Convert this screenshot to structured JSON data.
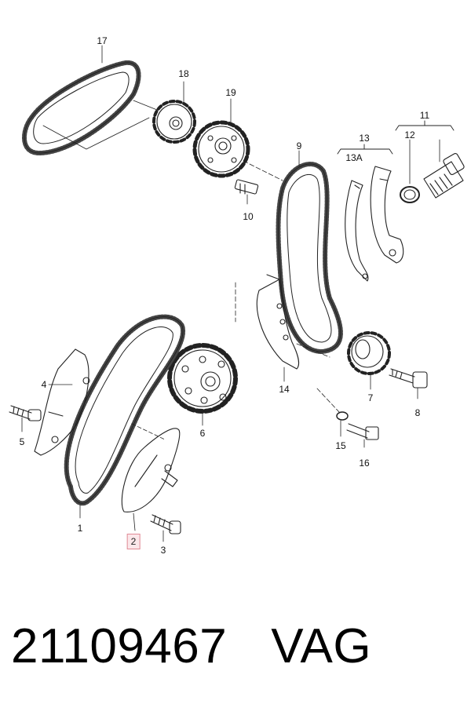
{
  "diagram": {
    "callouts": [
      {
        "id": "17",
        "label": "17"
      },
      {
        "id": "18",
        "label": "18"
      },
      {
        "id": "19",
        "label": "19"
      },
      {
        "id": "9",
        "label": "9"
      },
      {
        "id": "10",
        "label": "10"
      },
      {
        "id": "13",
        "label": "13"
      },
      {
        "id": "13A",
        "label": "13A"
      },
      {
        "id": "12",
        "label": "12"
      },
      {
        "id": "11",
        "label": "11"
      },
      {
        "id": "4",
        "label": "4"
      },
      {
        "id": "5",
        "label": "5"
      },
      {
        "id": "6",
        "label": "6"
      },
      {
        "id": "14",
        "label": "14"
      },
      {
        "id": "7",
        "label": "7"
      },
      {
        "id": "8",
        "label": "8"
      },
      {
        "id": "15",
        "label": "15"
      },
      {
        "id": "16",
        "label": "16"
      },
      {
        "id": "1",
        "label": "1"
      },
      {
        "id": "2",
        "label": "2",
        "highlighted": true
      },
      {
        "id": "3",
        "label": "3"
      }
    ],
    "highlight_color": "#e08a95"
  },
  "footer": {
    "part_number": "21109467",
    "brand": "VAG"
  }
}
